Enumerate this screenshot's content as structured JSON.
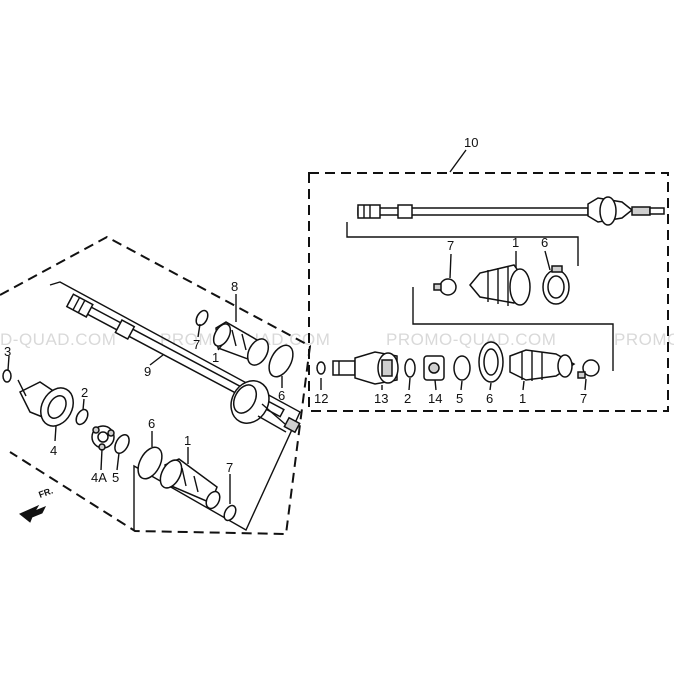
{
  "watermark": {
    "left": "D-QUAD.COM",
    "center_left": "PROMO-QUAD.COM",
    "center_right": "PROMO-QUAD.COM",
    "right": "PROMO"
  },
  "direction_label": "FR.",
  "left_group": {
    "callouts": [
      "8",
      "7",
      "1",
      "6",
      "9",
      "3",
      "2",
      "4",
      "4A",
      "5",
      "6",
      "1",
      "7"
    ]
  },
  "right_group": {
    "assembly_label": "10",
    "callouts": [
      "7",
      "1",
      "6",
      "12",
      "13",
      "2",
      "14",
      "5",
      "6",
      "1",
      "7"
    ]
  }
}
